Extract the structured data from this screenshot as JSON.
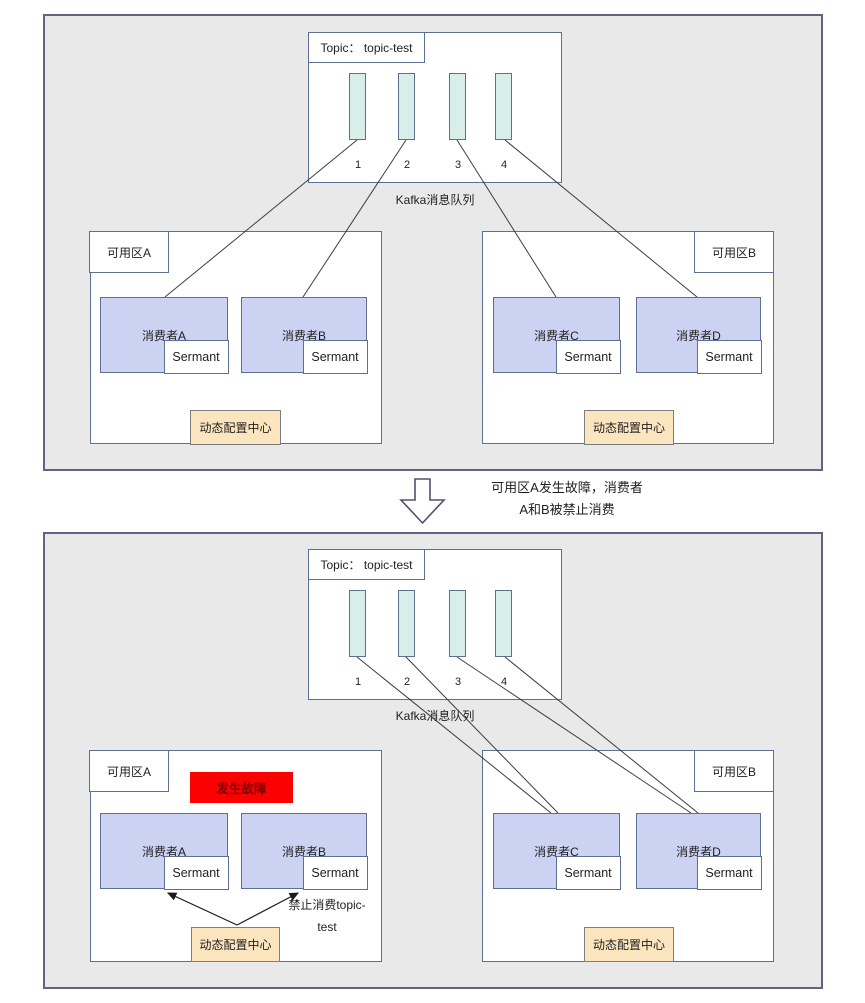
{
  "colors": {
    "panel_bg": "#e9e9e9",
    "panel_border": "#63637f",
    "box_border": "#5e6f94",
    "partition_fill": "#d8efe9",
    "consumer_fill": "#ccd2f2",
    "config_fill": "#fbe5bf",
    "fault_fill": "#fb0102",
    "fault_text": "#790000",
    "line_color": "#3d3d3d"
  },
  "kafka": {
    "topic_label": "Topic： topic-test",
    "partitions": [
      "1",
      "2",
      "3",
      "4"
    ],
    "caption": "Kafka消息队列"
  },
  "top": {
    "zone_a": {
      "label": "可用区A",
      "consumer_1": "消费者A",
      "agent_1": "Sermant",
      "consumer_2": "消费者B",
      "agent_2": "Sermant",
      "config": "动态配置中心"
    },
    "zone_b": {
      "label": "可用区B",
      "consumer_1": "消费者C",
      "agent_1": "Sermant",
      "consumer_2": "消费者D",
      "agent_2": "Sermant",
      "config": "动态配置中心"
    }
  },
  "transition": {
    "line1": "可用区A发生故障，消费者",
    "line2": "A和B被禁止消费"
  },
  "bottom": {
    "zone_a": {
      "label": "可用区A",
      "fault": "发生故障",
      "consumer_1": "消费者A",
      "agent_1": "Sermant",
      "consumer_2": "消费者B",
      "agent_2": "Sermant",
      "config": "动态配置中心",
      "ban_line1": "禁止消费topic-",
      "ban_line2": "test"
    },
    "zone_b": {
      "label": "可用区B",
      "consumer_1": "消费者C",
      "agent_1": "Sermant",
      "consumer_2": "消费者D",
      "agent_2": "Sermant",
      "config": "动态配置中心"
    }
  }
}
